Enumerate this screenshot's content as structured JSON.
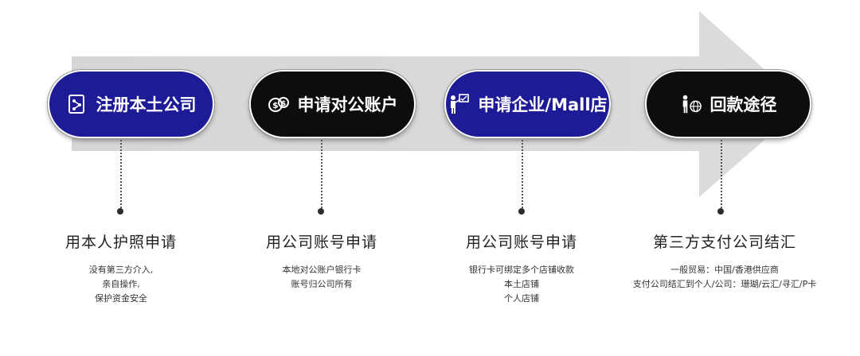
{
  "steps": [
    {
      "label": "注册本土公司",
      "icon": "document-network-icon",
      "color": "#1e1b96",
      "title": "用本人护照申请",
      "desc": [
        "没有第三方介入,",
        "亲自操作,",
        "保护资金安全"
      ]
    },
    {
      "label": "申请对公账户",
      "icon": "coins-icon",
      "color": "#0d0d0d",
      "title": "用公司账号申请",
      "desc": [
        "本地对公账户银行卡",
        "账号归公司所有"
      ]
    },
    {
      "label": "申请企业/Mall店",
      "icon": "presenter-board-icon",
      "color": "#1e1b96",
      "title": "用公司账号申请",
      "desc": [
        "银行卡可绑定多个店铺收款",
        "本土店铺",
        "个人店铺"
      ]
    },
    {
      "label": "回款途径",
      "icon": "person-globe-icon",
      "color": "#0d0d0d",
      "title": "第三方支付公司结汇",
      "desc": [
        "一般贸易：中国/香港供应商",
        "支付公司结汇到个人/公司：珊瑚/云汇/寻汇/P卡"
      ]
    }
  ]
}
